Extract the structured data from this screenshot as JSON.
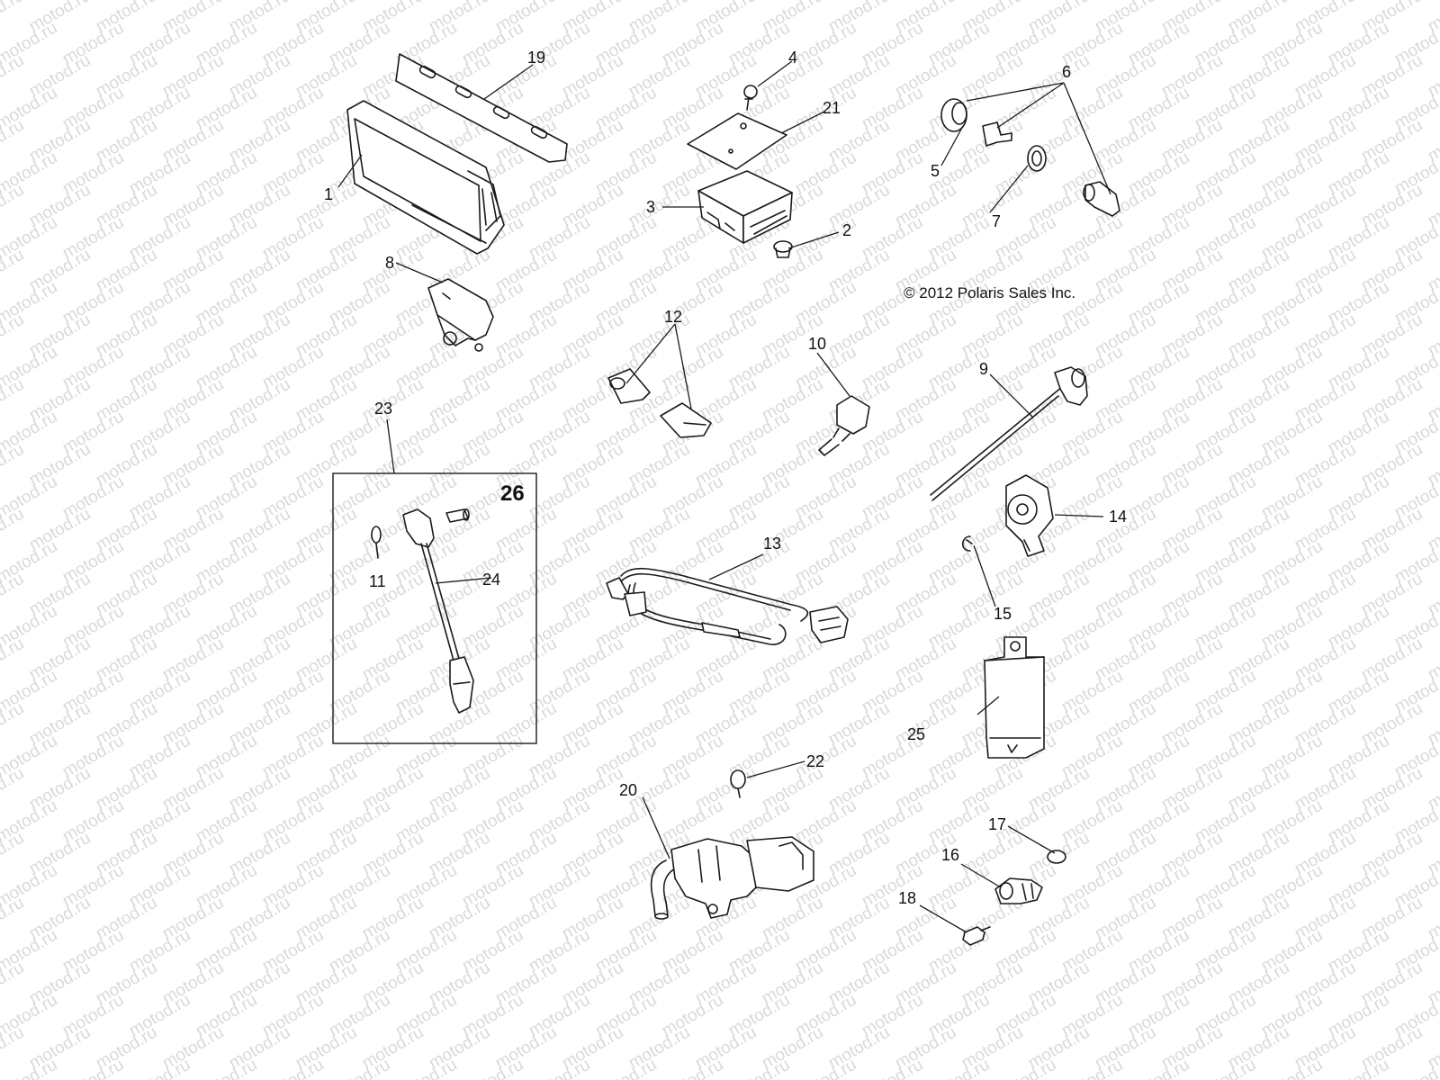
{
  "watermark_text": "motod.ru",
  "copyright": "© 2012 Polaris Sales Inc.",
  "callouts": {
    "c1": "1",
    "c2": "2",
    "c3": "3",
    "c4": "4",
    "c5": "5",
    "c6": "6",
    "c7": "7",
    "c8": "8",
    "c9": "9",
    "c10": "10",
    "c11": "11",
    "c12": "12",
    "c13": "13",
    "c14": "14",
    "c15": "15",
    "c16": "16",
    "c17": "17",
    "c18": "18",
    "c19": "19",
    "c20": "20",
    "c21": "21",
    "c22": "22",
    "c23": "23",
    "c24": "24",
    "c25": "25",
    "c26": "26"
  }
}
